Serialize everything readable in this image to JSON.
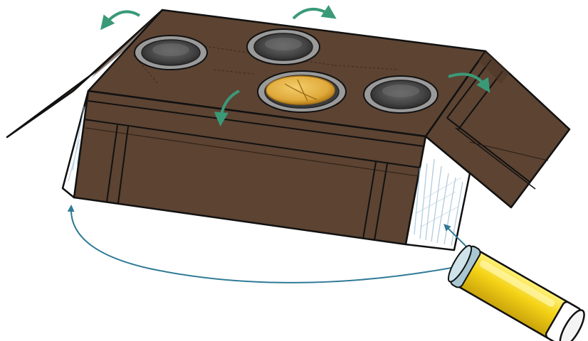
{
  "illustration": {
    "subject": "cardboard-box-with-cup-holes",
    "colors": {
      "box": "#5c4332",
      "box_dark": "#3e2c20",
      "outline": "#111111",
      "ring": "#9a9a9a",
      "hole": "#4a4a4a",
      "bun": "#e3b046",
      "bun_edge": "#b77f18",
      "arrow_green": "#3a9a78",
      "arrow_blue": "#2f7a96",
      "glue": "#f2d21a",
      "glue_cap": "#cfe3ea",
      "glue_band": "#a8c7d2",
      "paper": "#ffffff",
      "glue_marks": "#9ebfd5"
    },
    "cups": [
      {
        "kind": "empty"
      },
      {
        "kind": "empty"
      },
      {
        "kind": "bun"
      },
      {
        "kind": "empty"
      }
    ],
    "arrows": [
      {
        "name": "fold-left-flap-arrow",
        "color_key": "arrow_green"
      },
      {
        "name": "fold-back-flap-arrow",
        "color_key": "arrow_green"
      },
      {
        "name": "fold-front-arrow",
        "color_key": "arrow_green"
      },
      {
        "name": "fold-right-flap-arrow",
        "color_key": "arrow_green"
      },
      {
        "name": "glue-path-arrow",
        "color_key": "arrow_blue"
      },
      {
        "name": "glue-apply-arrow",
        "color_key": "arrow_blue"
      }
    ],
    "glue_stick": {
      "icon": "glue-stick-icon"
    }
  }
}
